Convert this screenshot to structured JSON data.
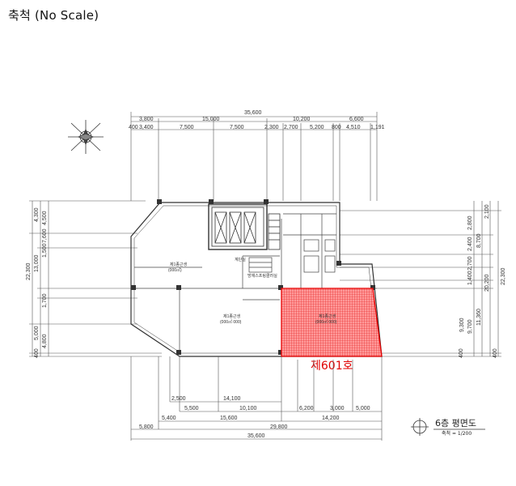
{
  "header": {
    "scale_note": "축척 (No Scale)"
  },
  "top_dims": {
    "total": "35,600",
    "row2": [
      "3,800",
      "15,000",
      "10,200",
      "6,600"
    ],
    "row3": [
      "400",
      "3,400",
      "7,500",
      "7,500",
      "2,300",
      "2,700",
      "5,200",
      "800",
      "4,510",
      "1,191"
    ]
  },
  "bottom_dims": {
    "row1": [
      "2,500",
      "14,100"
    ],
    "row2": [
      "5,500",
      "10,100",
      "6,200",
      "3,000",
      "5,000"
    ],
    "row3": [
      "5,400",
      "15,600",
      "14,200"
    ],
    "row4": [
      "5,800",
      "29,800"
    ],
    "total": "35,600"
  },
  "left_dims": {
    "outer": "22,300",
    "mid": [
      "4,300",
      "13,000",
      "5,000",
      "400"
    ],
    "inner": [
      "4,500",
      "7,600",
      "1,500",
      "1,700",
      "4,800"
    ]
  },
  "right_dims": {
    "outer": "22,300",
    "mid": [
      "20,200",
      "400"
    ],
    "inner": [
      "2,100",
      "2,800",
      "8,700",
      "2,400",
      "1,400",
      "2,700",
      "9,700",
      "11,360",
      "9,300",
      "400"
    ]
  },
  "rooms": {
    "r1_name": "제1종근생",
    "r1_area": "(000㎡)",
    "r2_name": "계단실",
    "r3_name": "방재스프링클러실",
    "r4_name": "제1종근생",
    "r4_area": "(000㎡ 000)",
    "r5_name": "제1종근생",
    "r5_area": "(000㎡ 000)"
  },
  "highlight": {
    "label": "제601호",
    "color": "#e60000",
    "fill": "#ff8080"
  },
  "title_block": {
    "title": "6층 평면도",
    "scale": "축척 = 1/200"
  }
}
